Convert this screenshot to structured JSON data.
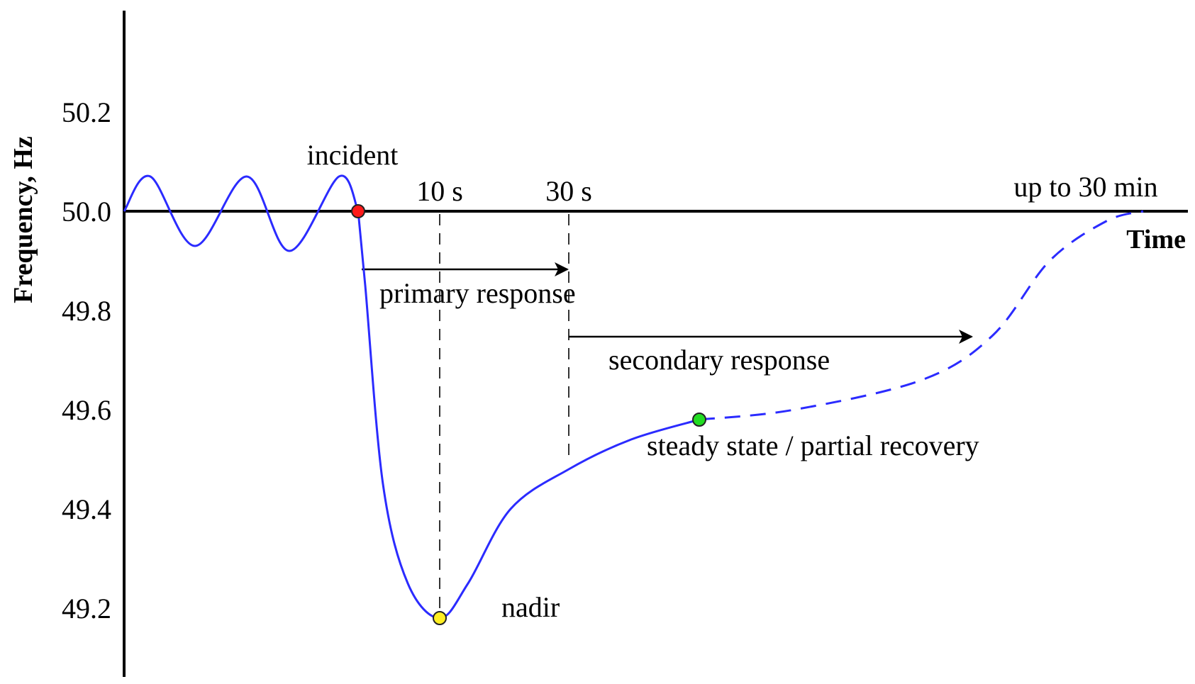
{
  "chart_data": {
    "type": "line",
    "title": "",
    "ylabel": "Frequency, Hz",
    "xlabel": "Time",
    "ylim": [
      49.05,
      50.4
    ],
    "yticks": [
      50.2,
      50.0,
      49.8,
      49.6,
      49.4,
      49.2
    ],
    "ytick_labels": [
      "50.2",
      "50.0",
      "49.8",
      "49.6",
      "49.4",
      "49.2"
    ],
    "grid": false,
    "legend": "none",
    "colors": {
      "curve": "#2b2bff",
      "axis": "#000000",
      "incident_marker": "#ff1a1a",
      "nadir_marker": "#ffee22",
      "steady_marker": "#22dd22"
    },
    "time_markers": [
      {
        "label": "10 s"
      },
      {
        "label": "30 s"
      },
      {
        "label": "up to 30 min"
      }
    ],
    "key_points": {
      "incident": {
        "label": "incident",
        "y": 50.0
      },
      "nadir": {
        "label": "nadir",
        "y": 49.18
      },
      "steady": {
        "label": "steady state / partial recovery",
        "y": 49.58
      }
    },
    "responses": {
      "primary": {
        "label": "primary response"
      },
      "secondary": {
        "label": "secondary response"
      }
    },
    "series": [
      {
        "y_pre_incident": [
          50.0,
          50.07,
          49.93,
          50.07,
          49.92,
          50.07,
          50.0
        ],
        "y_post_incident_solid": [
          50.0,
          49.85,
          49.45,
          49.25,
          49.18,
          49.25,
          49.4,
          49.48,
          49.54,
          49.58
        ],
        "y_recovery_dashed": [
          49.58,
          49.6,
          49.66,
          49.75,
          49.9,
          49.98,
          50.0
        ]
      }
    ]
  }
}
